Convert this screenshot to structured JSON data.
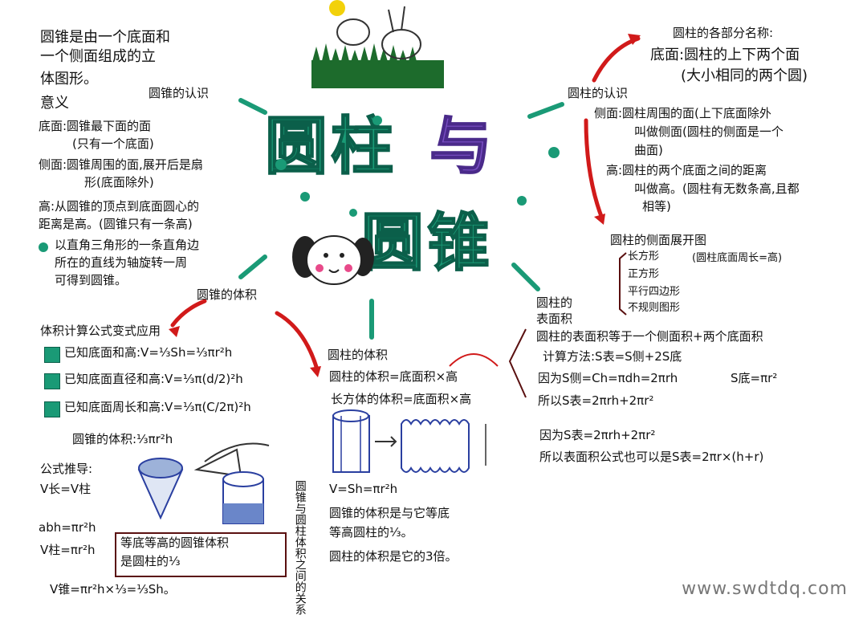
{
  "title": {
    "part1": "圆柱",
    "part2": "与",
    "part3": "圆锥"
  },
  "top_left": {
    "header": "圆锥的认识",
    "lines": [
      "圆锥是由一个底面和",
      "一个侧面组成的立",
      "体图形。",
      "意义",
      "底面:圆锥最下面的面",
      "(只有一个底面)",
      "侧面:圆锥周围的面,展开后是扇",
      "形(底面除外)",
      "高:从圆锥的顶点到底面圆心的",
      "距离是高。(圆锥只有一条高)",
      "以直角三角形的一条直角边",
      "所在的直线为轴旋转一周",
      "可得到圆锥。"
    ]
  },
  "top_right": {
    "header": "圆柱的认识",
    "names_header": "圆柱的各部分名称:",
    "lines": [
      "底面:圆柱的上下两个面",
      "(大小相同的两个圆)",
      "侧面:圆柱周围的面(上下底面除外",
      "叫做侧面(圆柱的侧面是一个",
      "曲面)",
      "高:圆柱的两个底面之间的距离",
      "叫做高。(圆柱有无数条高,且都",
      "相等)"
    ]
  },
  "unfold": {
    "header": "圆柱的侧面展开图",
    "note": "(圆柱底面周长=高)",
    "items": [
      "长方形",
      "正方形",
      "平行四边形",
      "不规则图形"
    ]
  },
  "surface": {
    "header1": "圆柱的",
    "header2": "表面积",
    "lines": [
      "圆柱的表面积等于一个侧面积+两个底面积",
      "计算方法:S表=S侧+2S底",
      "因为S侧=Ch=πdh=2πrh",
      "所以S表=2πrh+2πr²",
      "因为S表=2πrh+2πr²",
      "所以表面积公式也可以是S表=2πr×(h+r)"
    ],
    "side_formula": "S底=πr²"
  },
  "cone_volume": {
    "header": "圆锥的体积",
    "apps_header": "体积计算公式变式应用",
    "items": [
      "已知底面和高:V=⅓Sh=⅓πr²h",
      "已知底面直径和高:V=⅓π(d/2)²h",
      "已知底面周长和高:V=⅓π(C/2π)²h"
    ],
    "formula_line": "圆锥的体积:⅓πr²h",
    "derive_header": "公式推导:",
    "derive_lines": [
      "V长=V柱",
      "abh=πr²h",
      "V柱=πr²h"
    ],
    "final": "V锥=πr²h×⅓=⅓Sh。",
    "boxed": [
      "等底等高的圆锥体积",
      "是圆柱的⅓"
    ]
  },
  "cyl_volume": {
    "header": "圆柱的体积",
    "lines": [
      "圆柱的体积=底面积×高",
      "长方体的体积=底面积×高"
    ],
    "formula": "V=Sh=πr²h",
    "relation_vertical": "圆锥与圆柱体积之间的关系",
    "rel_lines": [
      "圆锥的体积是与它等底",
      "等高圆柱的⅓。",
      "圆柱的体积是它的3倍。"
    ]
  },
  "watermark": "www.swdtdq.com",
  "colors": {
    "green": "#1a9a76",
    "purple": "#7a4fc4",
    "red": "#d11a1a"
  }
}
